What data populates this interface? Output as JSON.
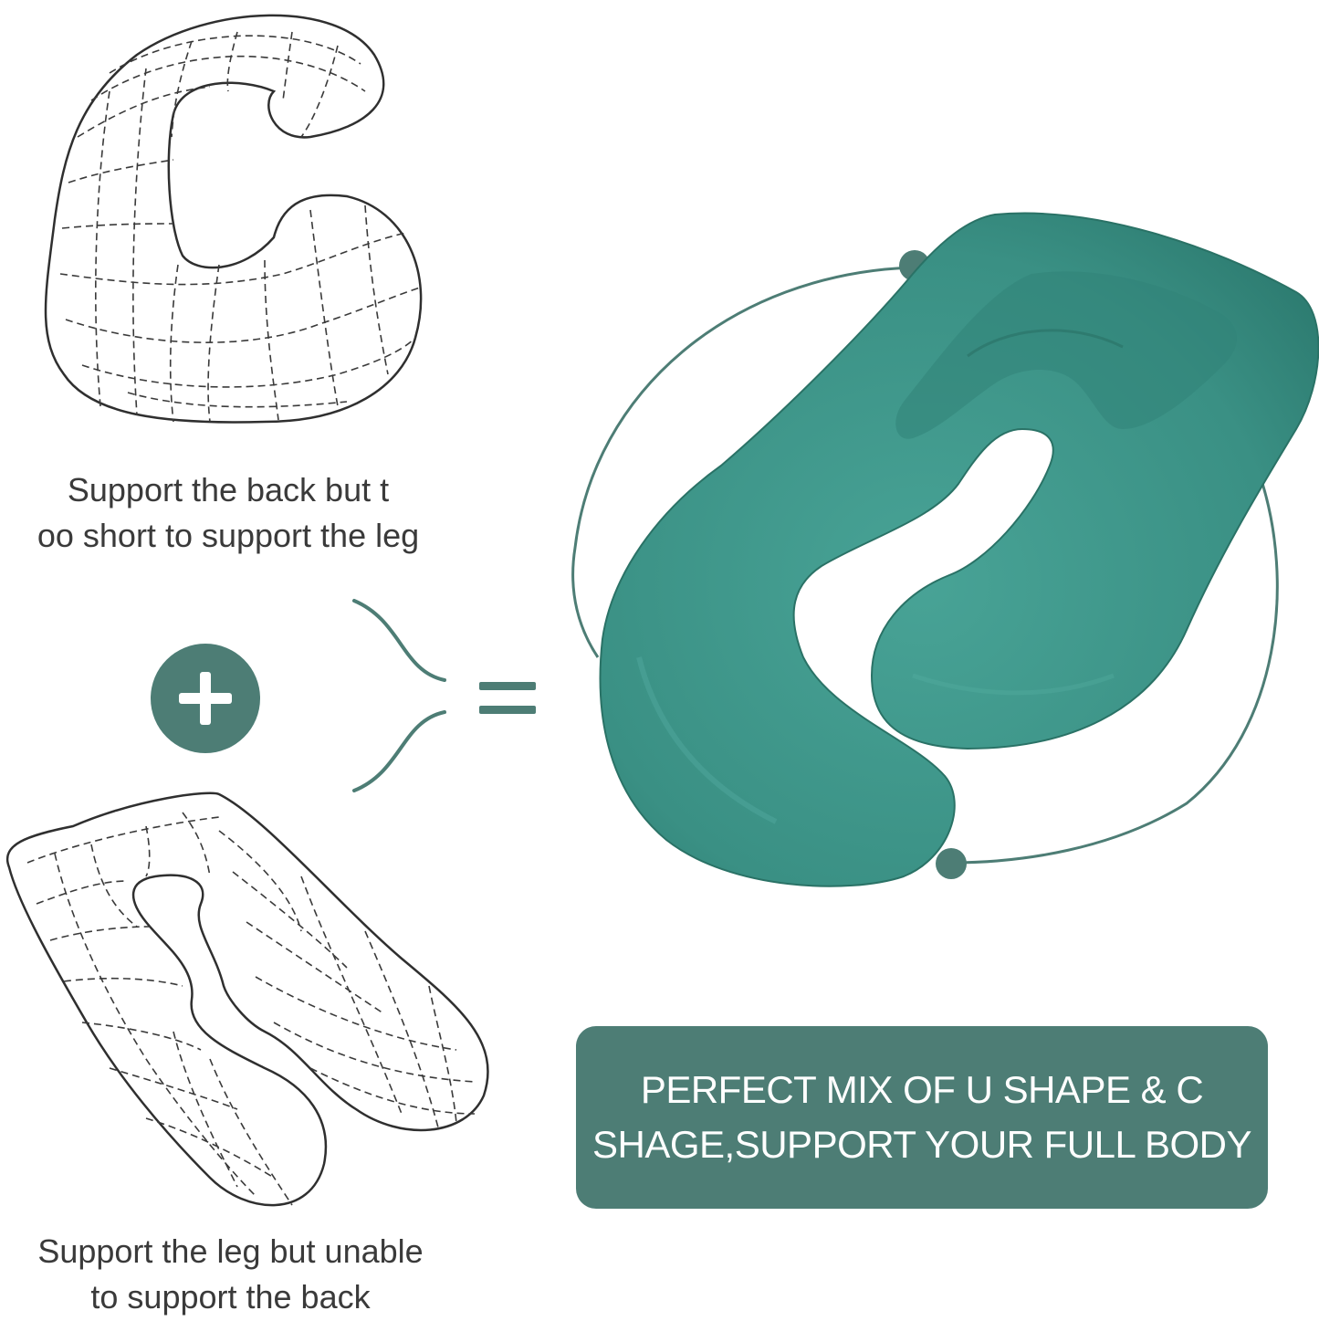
{
  "colors": {
    "accent": "#4d7d75",
    "pillow": "#3f9a8d",
    "outline": "#2f2f2f",
    "text": "#3a3a3a",
    "banner_text": "#ffffff"
  },
  "icons": {
    "plus": "plus-icon",
    "equals": "equals-icon",
    "merge_bracket": "merge-bracket-icon"
  },
  "c_shape": {
    "caption_line1": "Support the back but t",
    "caption_line2": "oo short to support the leg"
  },
  "u_shape": {
    "caption_line1": "Support the leg but unable",
    "caption_line2": "to support the back"
  },
  "banner": {
    "line1": "PERFECT MIX OF U SHAPE & C",
    "line2": "SHAGE,SUPPORT YOUR FULL BODY"
  }
}
